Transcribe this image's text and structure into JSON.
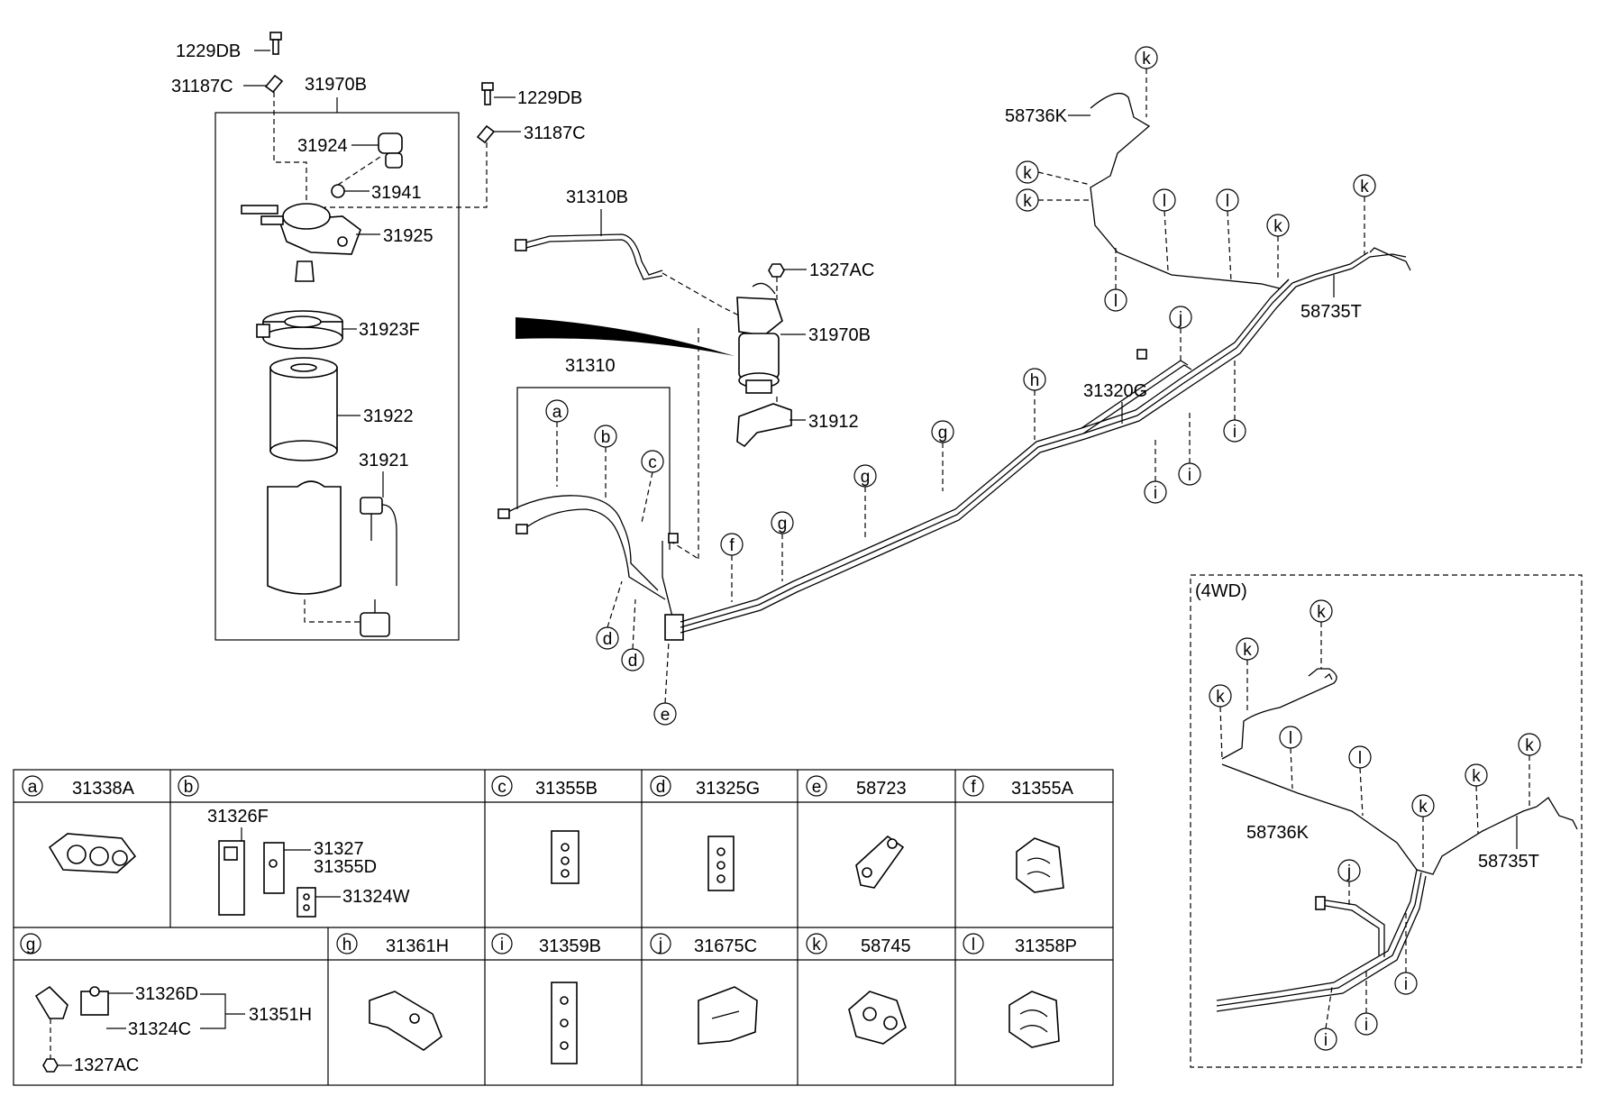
{
  "callouts": {
    "c_1229DB_a": "1229DB",
    "c_31187C_a": "31187C",
    "c_31970B_a": "31970B",
    "c_1229DB_b": "1229DB",
    "c_31187C_b": "31187C",
    "c_31924": "31924",
    "c_31941": "31941",
    "c_31925": "31925",
    "c_31923F": "31923F",
    "c_31922": "31922",
    "c_31921": "31921",
    "c_31310B": "31310B",
    "c_1327AC": "1327AC",
    "c_31970B_b": "31970B",
    "c_31310": "31310",
    "c_31912": "31912",
    "c_31320G": "31320G",
    "c_58736K": "58736K",
    "c_58735T": "58735T",
    "c_4wd_58736K": "58736K",
    "c_4wd_58735T": "58735T"
  },
  "inset": {
    "label": "(4WD)"
  },
  "letters": {
    "a": "a",
    "b": "b",
    "c": "c",
    "d": "d",
    "e": "e",
    "f": "f",
    "g": "g",
    "h": "h",
    "i": "i",
    "j": "j",
    "k": "k",
    "l": "l"
  },
  "parts_table": {
    "cells": [
      {
        "letter": "a",
        "code": "31338A"
      },
      {
        "letter": "b",
        "code": ""
      },
      {
        "letter": "c",
        "code": "31355B"
      },
      {
        "letter": "d",
        "code": "31325G"
      },
      {
        "letter": "e",
        "code": "58723"
      },
      {
        "letter": "f",
        "code": "31355A"
      },
      {
        "letter": "g",
        "code": ""
      },
      {
        "letter": "h",
        "code": "31361H"
      },
      {
        "letter": "i",
        "code": "31359B"
      },
      {
        "letter": "j",
        "code": "31675C"
      },
      {
        "letter": "k",
        "code": "58745"
      },
      {
        "letter": "l",
        "code": "31358P"
      }
    ],
    "b_parts": {
      "p1": "31326F",
      "p2": "31327",
      "p3": "31355D",
      "p4": "31324W"
    },
    "g_parts": {
      "p1": "31326D",
      "p2": "31324C",
      "p3": "31351H",
      "p4": "1327AC"
    }
  }
}
